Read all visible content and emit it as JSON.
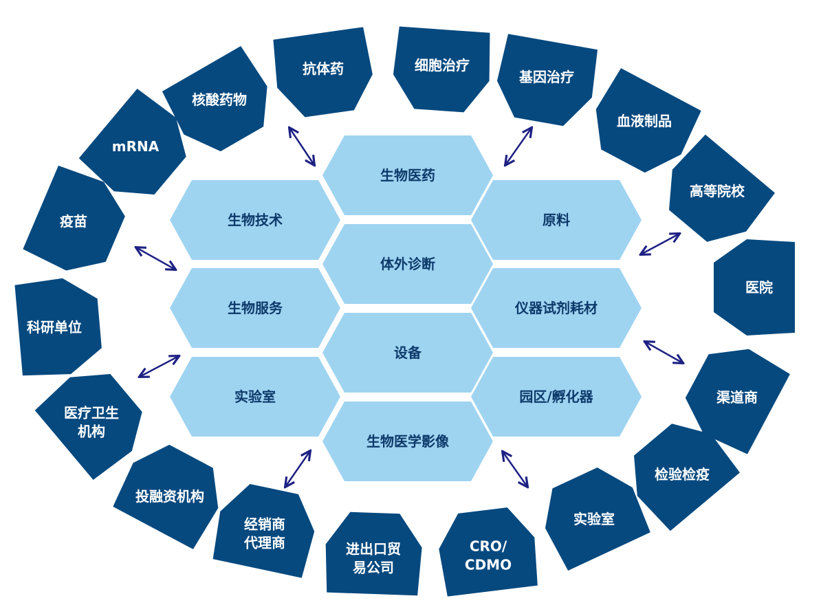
{
  "outer_ring": [
    {
      "id": "antibody-drugs",
      "lines": [
        "抗体药"
      ]
    },
    {
      "id": "cell-therapy",
      "lines": [
        "细胞治疗"
      ]
    },
    {
      "id": "gene-therapy",
      "lines": [
        "基因治疗"
      ]
    },
    {
      "id": "blood-products",
      "lines": [
        "血液制品"
      ]
    },
    {
      "id": "universities",
      "lines": [
        "高等院校"
      ]
    },
    {
      "id": "hospitals",
      "lines": [
        "医院"
      ]
    },
    {
      "id": "channel-dealers",
      "lines": [
        "渠道商"
      ]
    },
    {
      "id": "inspection-quarantine",
      "lines": [
        "检验检疫"
      ]
    },
    {
      "id": "laboratory-outer",
      "lines": [
        "实验室"
      ]
    },
    {
      "id": "cro-cdmo",
      "lines": [
        "CRO/",
        "CDMO"
      ]
    },
    {
      "id": "import-export",
      "lines": [
        "进出口贸",
        "易公司"
      ]
    },
    {
      "id": "distributors",
      "lines": [
        "经销商",
        "代理商"
      ]
    },
    {
      "id": "investment-institutions",
      "lines": [
        "投融资机构"
      ]
    },
    {
      "id": "medical-institutions",
      "lines": [
        "医疗卫生",
        "机构"
      ]
    },
    {
      "id": "research-institutions",
      "lines": [
        "科研单位"
      ]
    },
    {
      "id": "vaccines",
      "lines": [
        "疫苗"
      ]
    },
    {
      "id": "mrna",
      "lines": [
        "mRNA"
      ]
    },
    {
      "id": "nucleic-acid-drugs",
      "lines": [
        "核酸药物"
      ]
    }
  ],
  "inner_hexagons": [
    {
      "id": "biomedicine",
      "label": "生物医药"
    },
    {
      "id": "biotechnology",
      "label": "生物技术"
    },
    {
      "id": "raw-materials",
      "label": "原料"
    },
    {
      "id": "ivd",
      "label": "体外诊断"
    },
    {
      "id": "bio-services",
      "label": "生物服务"
    },
    {
      "id": "instruments-reagents",
      "label": "仪器试剂耗材"
    },
    {
      "id": "equipment",
      "label": "设备"
    },
    {
      "id": "laboratory-inner",
      "label": "实验室"
    },
    {
      "id": "parks-incubators",
      "label": "园区/孵化器"
    },
    {
      "id": "biomedical-imaging",
      "label": "生物医学影像"
    }
  ],
  "colors": {
    "outer_tile": "#06497f",
    "inner_hex": "#9fd4f1",
    "inner_text": "#0d3a6a",
    "arrow": "#1d2183"
  },
  "arrow_count": 8
}
